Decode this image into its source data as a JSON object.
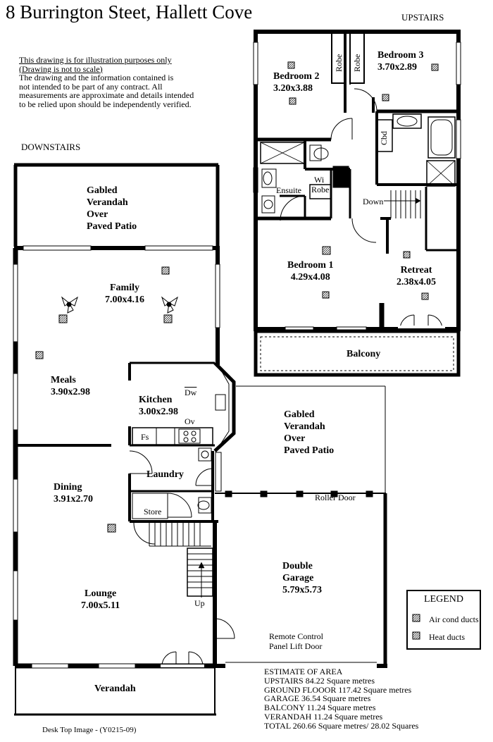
{
  "title": "8 Burrington Steet, Hallett Cove",
  "upstairs_label": "UPSTAIRS",
  "downstairs_label": "DOWNSTAIRS",
  "disclaimer": {
    "line1": "This drawing is for illustration purposes only",
    "line2": "(Drawing is not to scale)",
    "line3": "The drawing and the information contained is",
    "line4": "not intended to be part of any contract.  All",
    "line5": "measurements are approximate and details intended",
    "line6": "to be relied upon should be independently verified."
  },
  "upstairs": {
    "bedroom2": {
      "name": "Bedroom 2",
      "size": "3.20x3.88"
    },
    "bedroom3": {
      "name": "Bedroom 3",
      "size": "3.70x2.89"
    },
    "robe": "Robe",
    "cbd": "Cbd",
    "ensuite": "Ensuite",
    "wi": "Wi",
    "wi_robe": "Robe",
    "down": "Down",
    "bedroom1": {
      "name": "Bedroom 1",
      "size": "4.29x4.08"
    },
    "retreat": {
      "name": "Retreat",
      "size": "2.38x4.05"
    },
    "balcony": "Balcony"
  },
  "downstairs": {
    "verandah_top": [
      "Gabled",
      "Verandah",
      "Over",
      "Paved Patio"
    ],
    "family": {
      "name": "Family",
      "size": "7.00x4.16"
    },
    "meals": {
      "name": "Meals",
      "size": "3.90x2.98"
    },
    "kitchen": {
      "name": "Kitchen",
      "size": "3.00x2.98"
    },
    "dw": "Dw",
    "ov": "Ov",
    "fs": "Fs",
    "verandah_right": [
      "Gabled",
      "Verandah",
      "Over",
      "Paved Patio"
    ],
    "laundry": "Laundry",
    "store": "Store",
    "dining": {
      "name": "Dining",
      "size": "3.91x2.70"
    },
    "roller_door": "Roller Door",
    "garage": {
      "name": "Double",
      "name2": "Garage",
      "size": "5.79x5.73"
    },
    "lounge": {
      "name": "Lounge",
      "size": "7.00x5.11"
    },
    "up": "Up",
    "remote1": "Remote Control",
    "remote2": "Panel Lift Door",
    "verandah_bottom": "Verandah"
  },
  "legend": {
    "title": "LEGEND",
    "air": "Air cond ducts",
    "heat": "Heat ducts"
  },
  "area": {
    "heading": "ESTIMATE OF AREA",
    "upstairs": "UPSTAIRS 84.22 Square metres",
    "ground": "GROUND FLOOOR 117.42 Square metres",
    "garage": "GARAGE 36.54 Square metres",
    "balcony": "BALCONY 11.24 Square metres",
    "verandah": "VERANDAH 11.24 Square metres",
    "total": "TOTAL  260.66 Square metres/  28.02 Squares"
  },
  "footer": "Desk Top Image - (Y0215-09)"
}
